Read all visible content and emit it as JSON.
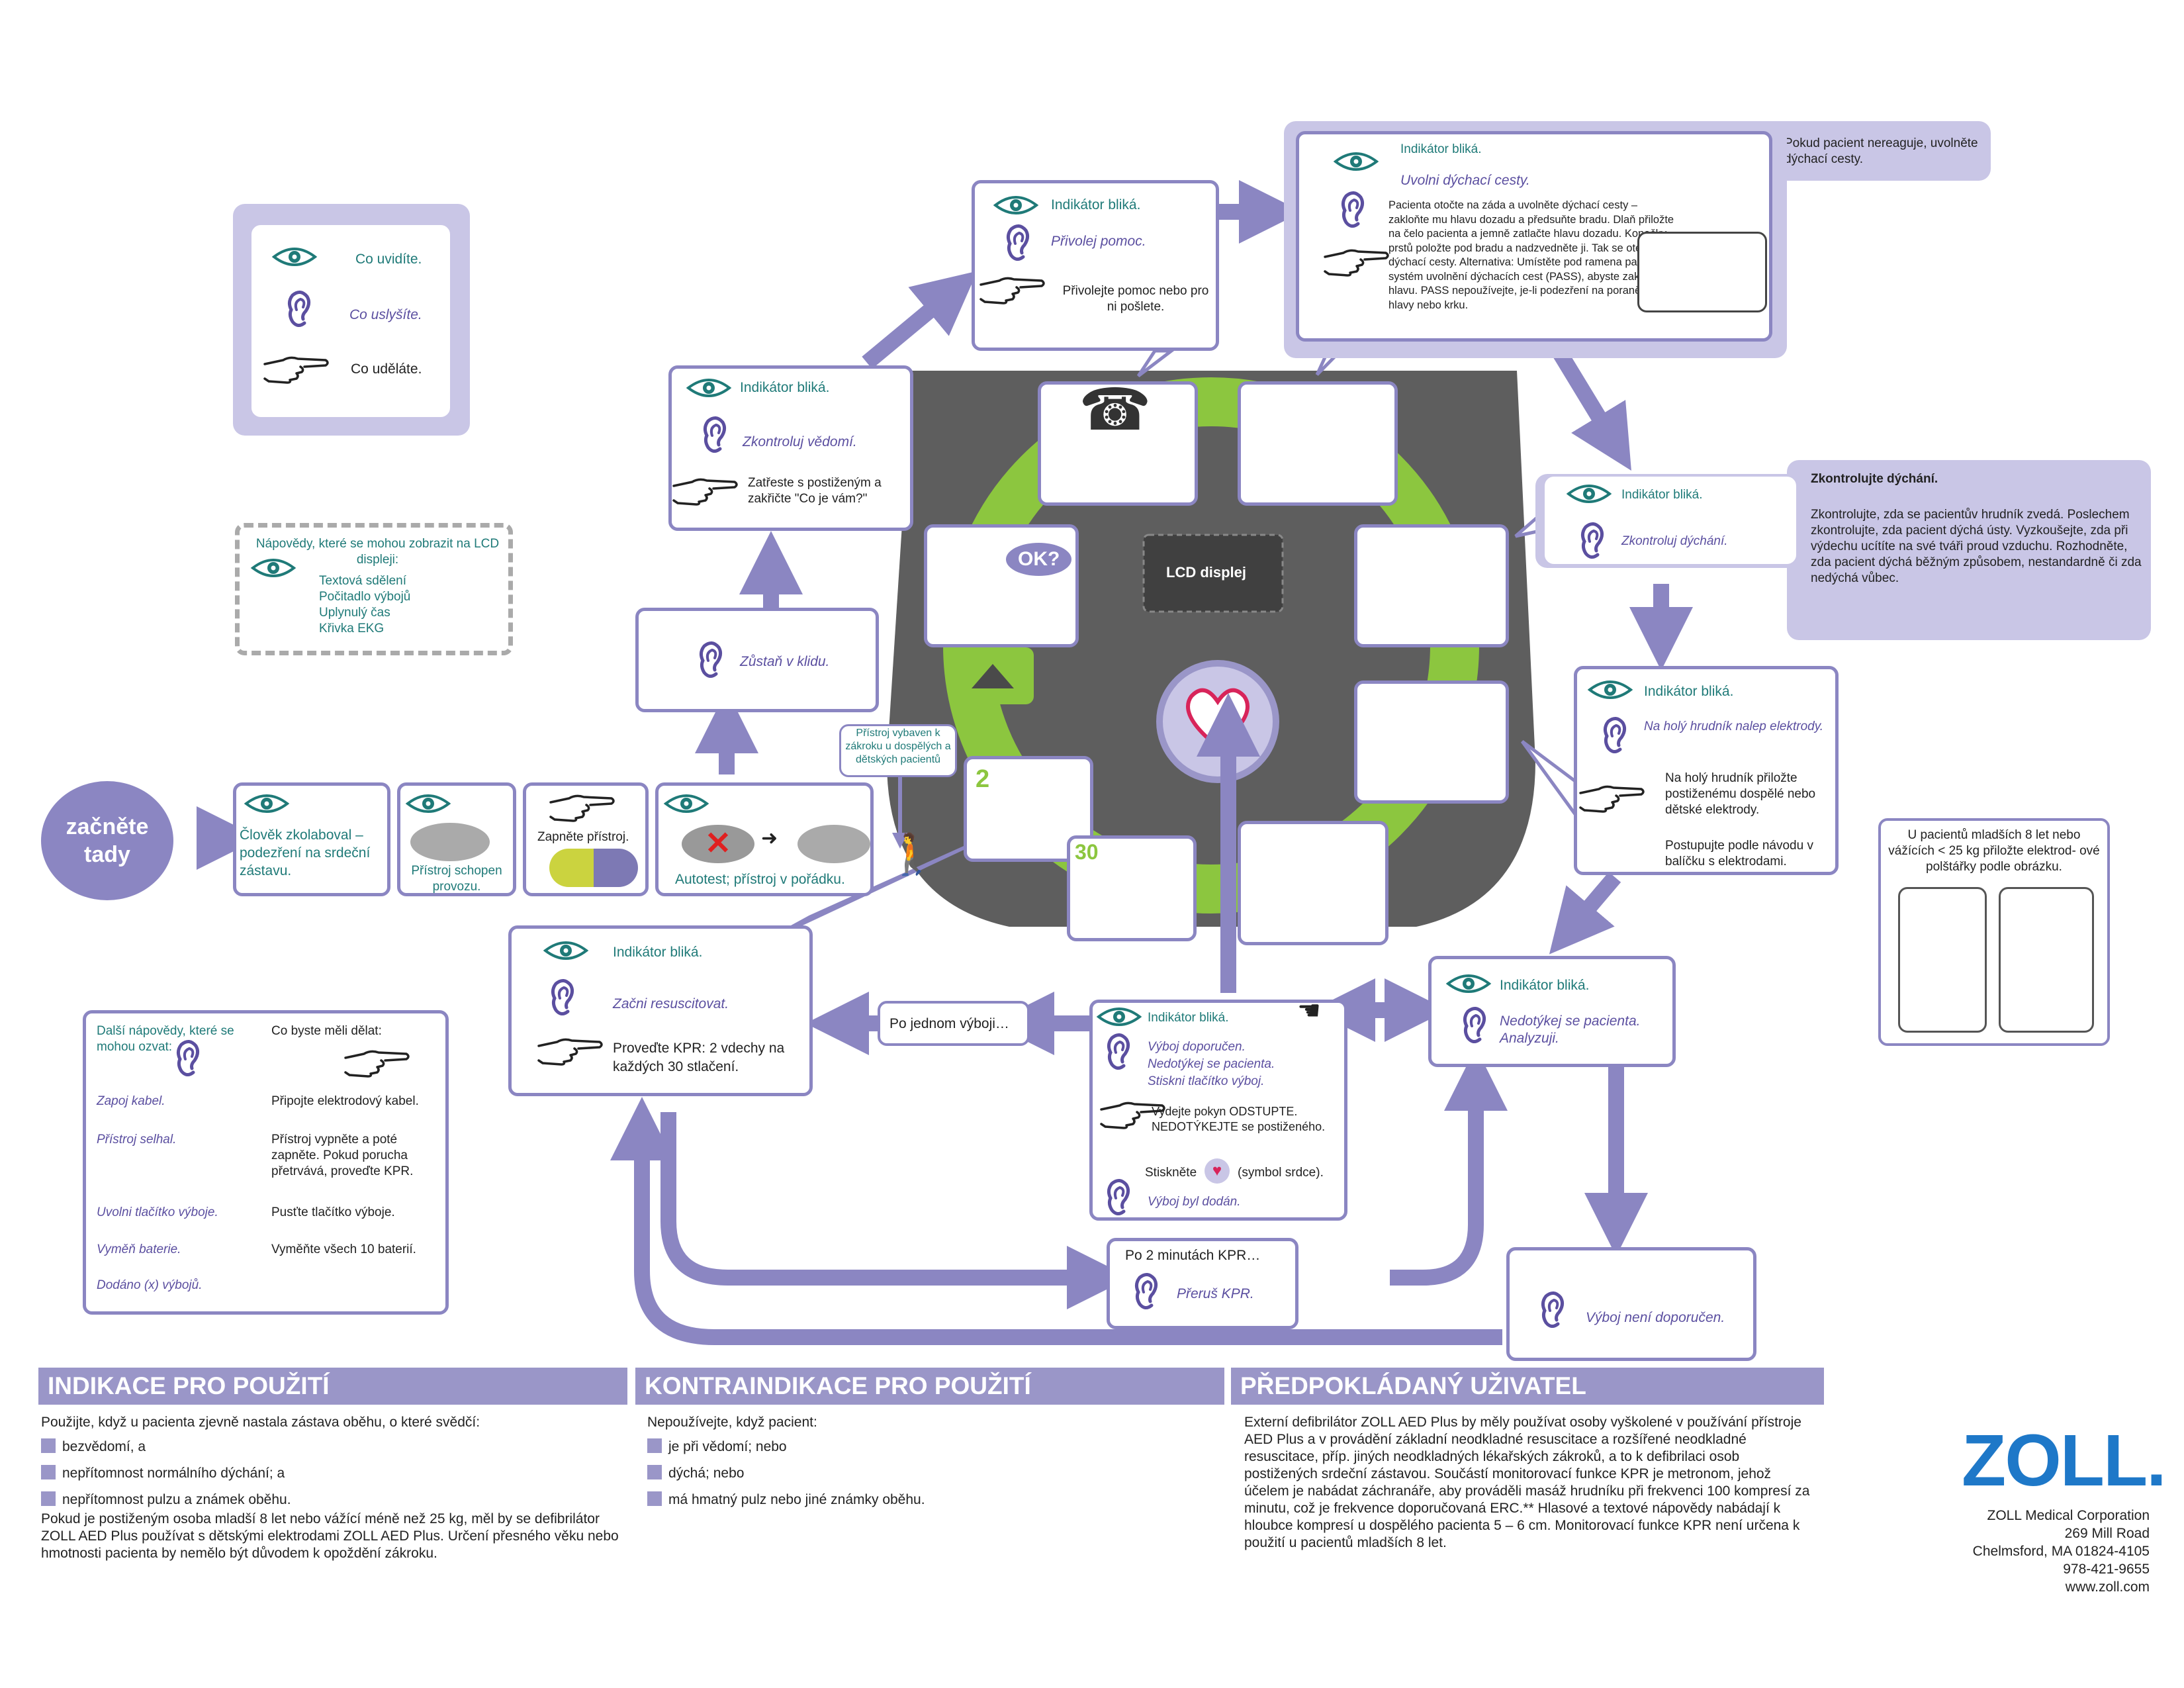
{
  "colors": {
    "lavender": "#8b86c2",
    "teal": "#1f7a78",
    "purple": "#5b4fa0",
    "green": "#8cc63f",
    "device": "#555555",
    "zoll": "#1e78c8"
  },
  "icons": {
    "eye": "eye-icon",
    "ear": "ear-icon",
    "hand": "pointing-hand-icon"
  },
  "legend": {
    "see": "Co uvidíte.",
    "hear": "Co uslyšíte.",
    "do": "Co uděláte."
  },
  "lcd_hints": {
    "title": "Nápovědy, které se mohou zobrazit  na LCD displeji:",
    "items": [
      "Textová sdělení",
      "Počitadlo výbojů",
      "Uplynulý čas",
      "Křivka EKG"
    ]
  },
  "start": "začněte tady",
  "step1": "Člověk zkolaboval – podezření na srdeční zástavu.",
  "step2": "Přístroj schopen provozu.",
  "step3": "Zapněte přístroj.",
  "step4": "Autotest; přístroj v pořádku.",
  "pediatric_note": "Přístroj vybaven k zákroku u dospělých a dětských pacientů",
  "stay_calm": "Zůstaň v klidu.",
  "indicator": "Indikátor bliká.",
  "check_resp": {
    "prompt": "Zkontroluj vědomí.",
    "action": "Zatřeste s postiženým a zakřičte \"Co je vám?\""
  },
  "call_help": {
    "prompt": "Přivolej pomoc.",
    "action": "Přivolejte pomoc nebo pro ni pošlete."
  },
  "airway": {
    "prompt": "Uvolni dýchací cesty.",
    "text": "Pacienta otočte na záda a uvolněte dýchací cesty – zakloňte mu hlavu dozadu a předsuňte bradu. Dlaň přiložte na čelo pacienta a jemně zatlačte hlavu dozadu. Konečky prstů položte pod bradu a nadzvedněte ji. Tak se otevřou dýchací cesty. Alternativa: Umístěte pod ramena pasivní systém uvolnění dýchacích cest (PASS), abyste zaklonili hlavu. PASS nepoužívejte, je-li podezření na poranění hlavy nebo krku.",
    "side": "Pokud pacient nereaguje, uvolněte dýchací cesty."
  },
  "breathing": {
    "prompt": "Zkontroluj dýchání.",
    "title": "Zkontrolujte dýchání.",
    "text": "Zkontrolujte, zda se pacientův hrudník zvedá. Poslechem zkontrolujte, zda pacient dýchá ústy. Vyzkoušejte, zda při výdechu ucítíte na své tváři proud vzduchu. Rozhodněte, zda pacient dýchá běžným způsobem, nestandardně či zda nedýchá vůbec."
  },
  "pads": {
    "prompt": "Na holý hrudník nalep elektrody.",
    "action1": "Na holý hrudník přiložte postiženému dospělé nebo dětské elektrody.",
    "action2": "Postupujte podle návodu v balíčku s elektrodami.",
    "child": "U pacientů mladších 8 let nebo vážících < 25 kg přiložte elektrod- ové polštářky podle obrázku."
  },
  "analyze": {
    "prompt": "Nedotýkej se pacienta. Analyzuji."
  },
  "shock_adv": {
    "p1": "Výboj doporučen.",
    "p2": "Nedotýkej se pacienta.",
    "p3": "Stiskni  tlačítko výboj.",
    "a1": "Vydejte pokyn ODSTUPTE. NEDOTÝKEJTE se postiženého.",
    "a2": "Stiskněte",
    "a3": "(symbol srdce).",
    "p4": "Výboj byl dodán."
  },
  "no_shock": "Výboj není doporučen.",
  "cpr": {
    "prompt": "Začni resuscitovat.",
    "action": "Proveďte KPR: 2 vdechy na každých 30 stlačení."
  },
  "after_shock": "Po jednom výboji…",
  "after_cpr": {
    "label": "Po 2 minutách KPR…",
    "prompt": "Přeruš KPR."
  },
  "lcd": "LCD displej",
  "ok": "OK?",
  "num2": "2",
  "num30": "30",
  "extra": {
    "title": "Další nápovědy, které se mohou ozvat:",
    "col2": "Co byste měli dělat:",
    "rows": [
      [
        "Zapoj kabel.",
        "Připojte elektrodový kabel."
      ],
      [
        "Přístroj selhal.",
        "Přístroj vypněte a poté zapněte. Pokud porucha přetrvává, proveďte KPR."
      ],
      [
        "Uvolni tlačítko výboje.",
        "Pusťte tlačítko výboje."
      ],
      [
        "Vyměň baterie.",
        "Vyměňte všech 10 baterií."
      ],
      [
        "Dodáno (x) výbojů.",
        ""
      ]
    ]
  },
  "ind": {
    "title": "INDIKACE PRO POUŽITÍ",
    "intro": "Použijte, když u pacienta zjevně nastala zástava oběhu, o které svědčí:",
    "items": [
      "bezvědomí, a",
      "nepřítomnost normálního dýchání; a",
      "nepřítomnost pulzu a známek oběhu."
    ],
    "text": "Pokud je postiženým osoba mladší 8 let nebo vážící méně než 25 kg, měl by se defibrilátor ZOLL AED Plus používat s dětskými elektrodami ZOLL AED Plus. Určení přesného věku nebo hmotnosti pacienta by nemělo být důvodem k opoždění zákroku."
  },
  "contra": {
    "title": "KONTRAINDIKACE PRO POUŽITÍ",
    "intro": "Nepoužívejte, když pacient:",
    "items": [
      "je při vědomí; nebo",
      "dýchá; nebo",
      "má hmatný pulz nebo jiné známky oběhu."
    ]
  },
  "user": {
    "title": "PŘEDPOKLÁDANÝ UŽIVATEL",
    "text": "Externí defibrilátor ZOLL AED Plus by měly používat osoby vyškolené v používání přístroje AED Plus a v provádění základní neodkladné resuscitace a rozšířené neodkladné resuscitace, příp. jiných neodkladných lékařských zákroků, a to k defibrilaci osob postižených srdeční zástavou. Součástí monitorovací funkce KPR je metronom, jehož účelem je nabádat záchranáře, aby prováděli masáž hrudníku při frekvenci 100 kompresí za minutu, což je frekvence doporučovaná ERC.** Hlasové a textové nápovědy nabádají k hloubce kompresí u dospělého pacienta 5 – 6 cm. Monitorovací funkce KPR není určena k použití u pacientů mladších 8 let."
  },
  "zoll": {
    "logo": "ZOLL.",
    "lines": [
      "ZOLL Medical Corporation",
      "269 Mill Road",
      "Chelmsford, MA 01824-4105",
      "978-421-9655",
      "www.zoll.com"
    ]
  }
}
